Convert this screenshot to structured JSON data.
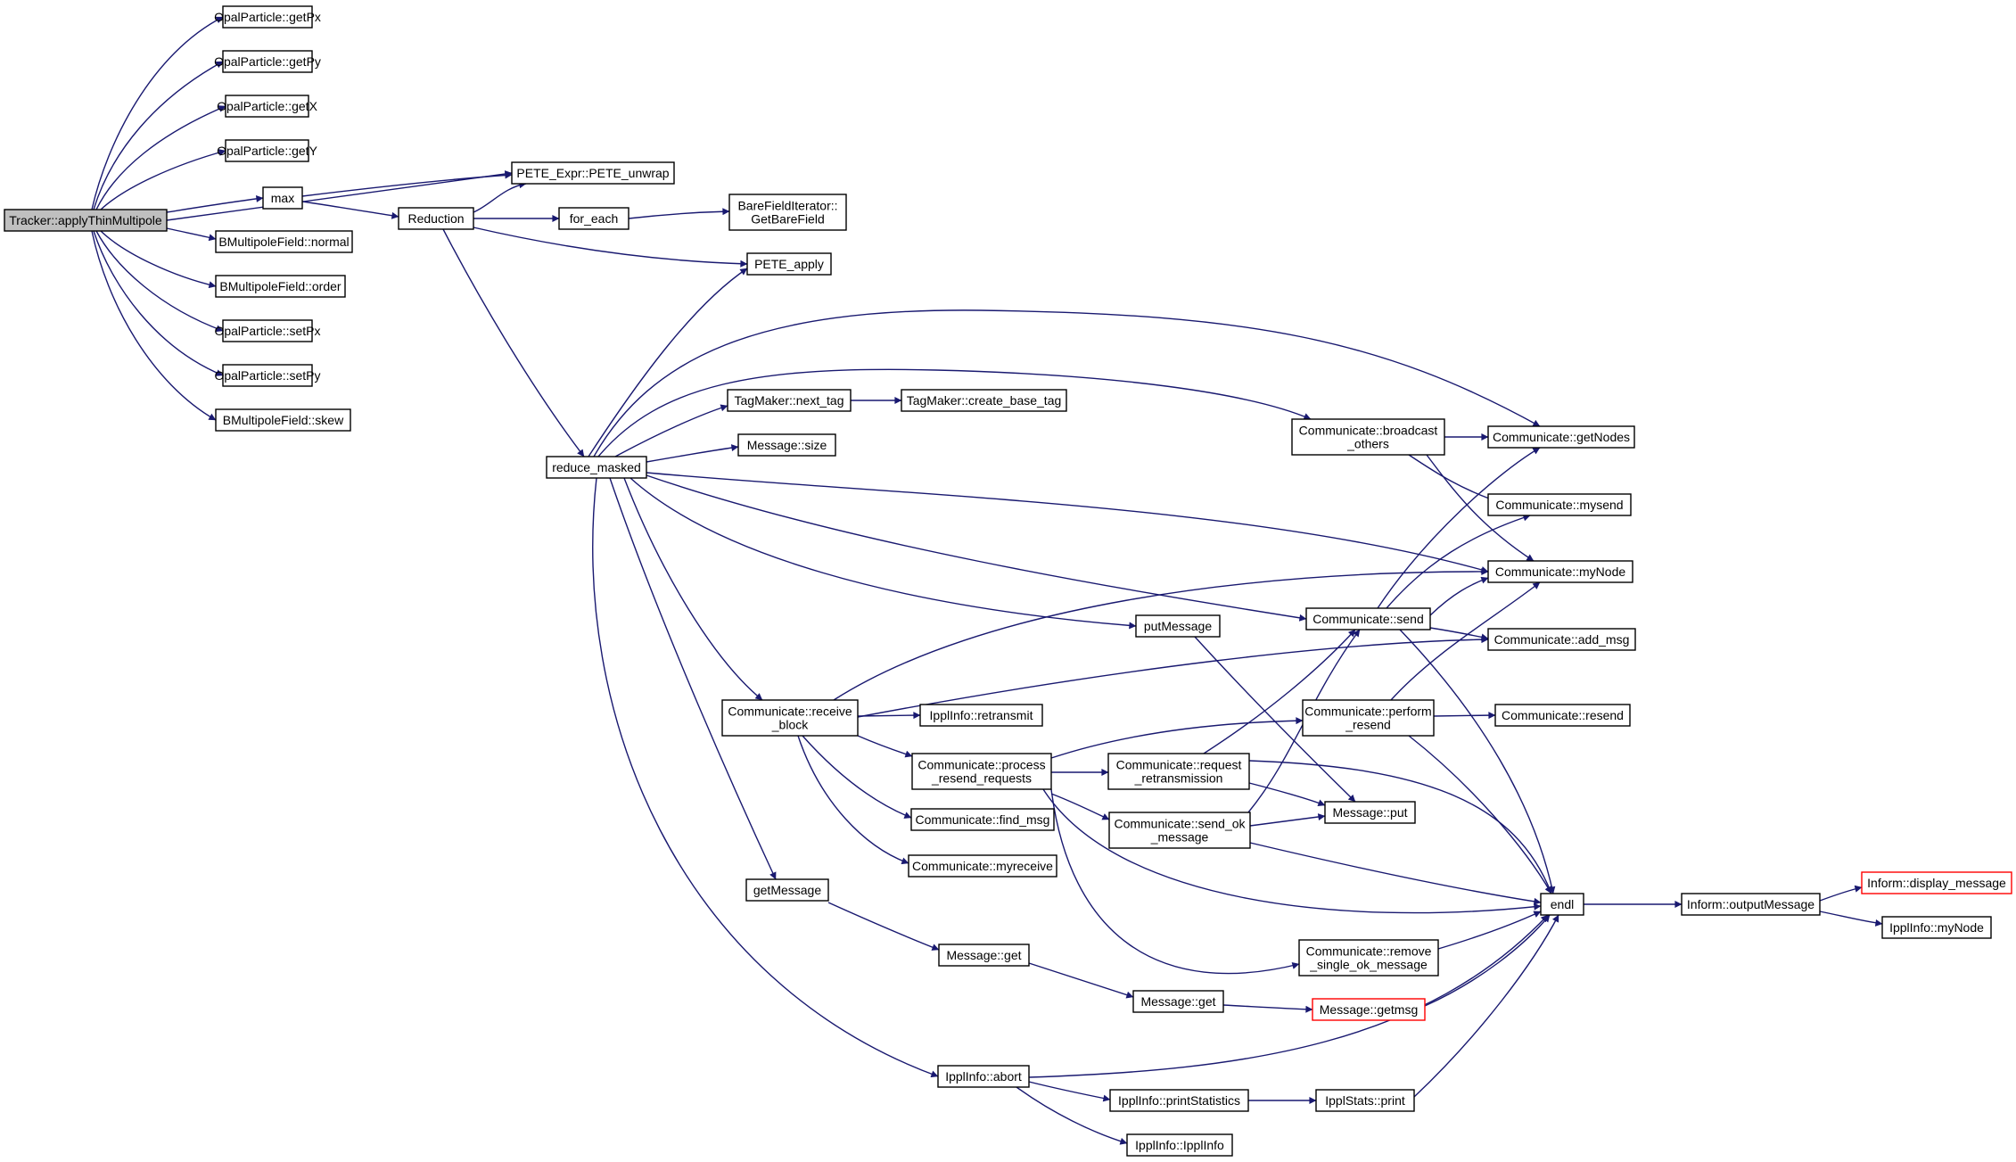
{
  "graph": {
    "kind": "call-graph",
    "edge_color": "#191970",
    "root_fill": "#bfbfbf",
    "truncated_border": "#ff0000",
    "nodes": [
      {
        "id": "root",
        "lines": [
          "Tracker::applyThinMultipole"
        ],
        "root": true
      },
      {
        "id": "getPx",
        "lines": [
          "OpalParticle::getPx"
        ]
      },
      {
        "id": "getPy",
        "lines": [
          "OpalParticle::getPy"
        ]
      },
      {
        "id": "getX",
        "lines": [
          "OpalParticle::getX"
        ]
      },
      {
        "id": "getY",
        "lines": [
          "OpalParticle::getY"
        ]
      },
      {
        "id": "max",
        "lines": [
          "max"
        ]
      },
      {
        "id": "normal",
        "lines": [
          "BMultipoleField::normal"
        ]
      },
      {
        "id": "order",
        "lines": [
          "BMultipoleField::order"
        ]
      },
      {
        "id": "setPx",
        "lines": [
          "OpalParticle::setPx"
        ]
      },
      {
        "id": "setPy",
        "lines": [
          "OpalParticle::setPy"
        ]
      },
      {
        "id": "skew",
        "lines": [
          "BMultipoleField::skew"
        ]
      },
      {
        "id": "unwrap",
        "lines": [
          "PETE_Expr::PETE_unwrap"
        ]
      },
      {
        "id": "reduction",
        "lines": [
          "Reduction"
        ]
      },
      {
        "id": "foreach",
        "lines": [
          "for_each"
        ]
      },
      {
        "id": "barefield",
        "lines": [
          "BareFieldIterator::",
          "GetBareField"
        ]
      },
      {
        "id": "peteapply",
        "lines": [
          "PETE_apply"
        ]
      },
      {
        "id": "reducemasked",
        "lines": [
          "reduce_masked"
        ]
      },
      {
        "id": "nexttag",
        "lines": [
          "TagMaker::next_tag"
        ]
      },
      {
        "id": "createbasetag",
        "lines": [
          "TagMaker::create_base_tag"
        ]
      },
      {
        "id": "msgsize",
        "lines": [
          "Message::size"
        ]
      },
      {
        "id": "broadcast",
        "lines": [
          "Communicate::broadcast",
          "_others"
        ]
      },
      {
        "id": "getnodes",
        "lines": [
          "Communicate::getNodes"
        ]
      },
      {
        "id": "mysend",
        "lines": [
          "Communicate::mysend"
        ]
      },
      {
        "id": "mynode",
        "lines": [
          "Communicate::myNode"
        ]
      },
      {
        "id": "putmessage",
        "lines": [
          "putMessage"
        ]
      },
      {
        "id": "send",
        "lines": [
          "Communicate::send"
        ]
      },
      {
        "id": "addmsg",
        "lines": [
          "Communicate::add_msg"
        ]
      },
      {
        "id": "recvblock",
        "lines": [
          "Communicate::receive",
          "_block"
        ]
      },
      {
        "id": "retransmit",
        "lines": [
          "IpplInfo::retransmit"
        ]
      },
      {
        "id": "performresend",
        "lines": [
          "Communicate::perform",
          "_resend"
        ]
      },
      {
        "id": "resend",
        "lines": [
          "Communicate::resend"
        ]
      },
      {
        "id": "processresend",
        "lines": [
          "Communicate::process",
          "_resend_requests"
        ]
      },
      {
        "id": "requestretrans",
        "lines": [
          "Communicate::request",
          "_retransmission"
        ]
      },
      {
        "id": "findmsg",
        "lines": [
          "Communicate::find_msg"
        ]
      },
      {
        "id": "sendok",
        "lines": [
          "Communicate::send_ok",
          "_message"
        ]
      },
      {
        "id": "msgput",
        "lines": [
          "Message::put"
        ]
      },
      {
        "id": "myreceive",
        "lines": [
          "Communicate::myreceive"
        ]
      },
      {
        "id": "getmessage",
        "lines": [
          "getMessage"
        ]
      },
      {
        "id": "endl",
        "lines": [
          "endl"
        ]
      },
      {
        "id": "outputmsg",
        "lines": [
          "Inform::outputMessage"
        ]
      },
      {
        "id": "displaymsg",
        "lines": [
          "Inform::display_message"
        ],
        "truncated": true
      },
      {
        "id": "ipplmynode",
        "lines": [
          "IpplInfo::myNode"
        ]
      },
      {
        "id": "msgget1",
        "lines": [
          "Message::get"
        ]
      },
      {
        "id": "removeok",
        "lines": [
          "Communicate::remove",
          "_single_ok_message"
        ]
      },
      {
        "id": "msgget2",
        "lines": [
          "Message::get"
        ]
      },
      {
        "id": "getmsg",
        "lines": [
          "Message::getmsg"
        ],
        "truncated": true
      },
      {
        "id": "abort",
        "lines": [
          "IpplInfo::abort"
        ]
      },
      {
        "id": "printstats",
        "lines": [
          "IpplInfo::printStatistics"
        ]
      },
      {
        "id": "statsprint",
        "lines": [
          "IpplStats::print"
        ]
      },
      {
        "id": "ipplinfo",
        "lines": [
          "IpplInfo::IpplInfo"
        ]
      }
    ],
    "edges": [
      [
        "root",
        "getPx"
      ],
      [
        "root",
        "getPy"
      ],
      [
        "root",
        "getX"
      ],
      [
        "root",
        "getY"
      ],
      [
        "root",
        "max"
      ],
      [
        "root",
        "normal"
      ],
      [
        "root",
        "order"
      ],
      [
        "root",
        "setPx"
      ],
      [
        "root",
        "setPy"
      ],
      [
        "root",
        "skew"
      ],
      [
        "root",
        "unwrap"
      ],
      [
        "max",
        "unwrap"
      ],
      [
        "max",
        "reduction"
      ],
      [
        "reduction",
        "unwrap"
      ],
      [
        "reduction",
        "foreach"
      ],
      [
        "reduction",
        "peteapply"
      ],
      [
        "reduction",
        "reducemasked"
      ],
      [
        "foreach",
        "barefield"
      ],
      [
        "reducemasked",
        "peteapply"
      ],
      [
        "reducemasked",
        "getnodes"
      ],
      [
        "reducemasked",
        "broadcast"
      ],
      [
        "reducemasked",
        "nexttag"
      ],
      [
        "reducemasked",
        "msgsize"
      ],
      [
        "reducemasked",
        "mynode"
      ],
      [
        "reducemasked",
        "send"
      ],
      [
        "reducemasked",
        "putmessage"
      ],
      [
        "reducemasked",
        "recvblock"
      ],
      [
        "reducemasked",
        "getmessage"
      ],
      [
        "reducemasked",
        "abort"
      ],
      [
        "nexttag",
        "createbasetag"
      ],
      [
        "broadcast",
        "getnodes"
      ],
      [
        "broadcast",
        "mysend"
      ],
      [
        "broadcast",
        "mynode"
      ],
      [
        "send",
        "getnodes"
      ],
      [
        "send",
        "mysend"
      ],
      [
        "send",
        "mynode"
      ],
      [
        "send",
        "addmsg"
      ],
      [
        "send",
        "endl"
      ],
      [
        "putmessage",
        "msgput"
      ],
      [
        "recvblock",
        "mynode"
      ],
      [
        "recvblock",
        "addmsg"
      ],
      [
        "recvblock",
        "retransmit"
      ],
      [
        "recvblock",
        "processresend"
      ],
      [
        "recvblock",
        "findmsg"
      ],
      [
        "recvblock",
        "myreceive"
      ],
      [
        "performresend",
        "mynode"
      ],
      [
        "performresend",
        "resend"
      ],
      [
        "performresend",
        "endl"
      ],
      [
        "processresend",
        "performresend"
      ],
      [
        "processresend",
        "requestretrans"
      ],
      [
        "processresend",
        "sendok"
      ],
      [
        "processresend",
        "endl"
      ],
      [
        "processresend",
        "removeok"
      ],
      [
        "requestretrans",
        "send"
      ],
      [
        "requestretrans",
        "msgput"
      ],
      [
        "requestretrans",
        "endl"
      ],
      [
        "sendok",
        "send"
      ],
      [
        "sendok",
        "msgput"
      ],
      [
        "sendok",
        "endl"
      ],
      [
        "endl",
        "outputmsg"
      ],
      [
        "outputmsg",
        "displaymsg"
      ],
      [
        "outputmsg",
        "ipplmynode"
      ],
      [
        "getmessage",
        "msgget1"
      ],
      [
        "msgget1",
        "msgget2"
      ],
      [
        "msgget2",
        "getmsg"
      ],
      [
        "getmsg",
        "endl"
      ],
      [
        "removeok",
        "endl"
      ],
      [
        "abort",
        "endl"
      ],
      [
        "abort",
        "printstats"
      ],
      [
        "abort",
        "ipplinfo"
      ],
      [
        "printstats",
        "statsprint"
      ],
      [
        "statsprint",
        "endl"
      ]
    ]
  }
}
